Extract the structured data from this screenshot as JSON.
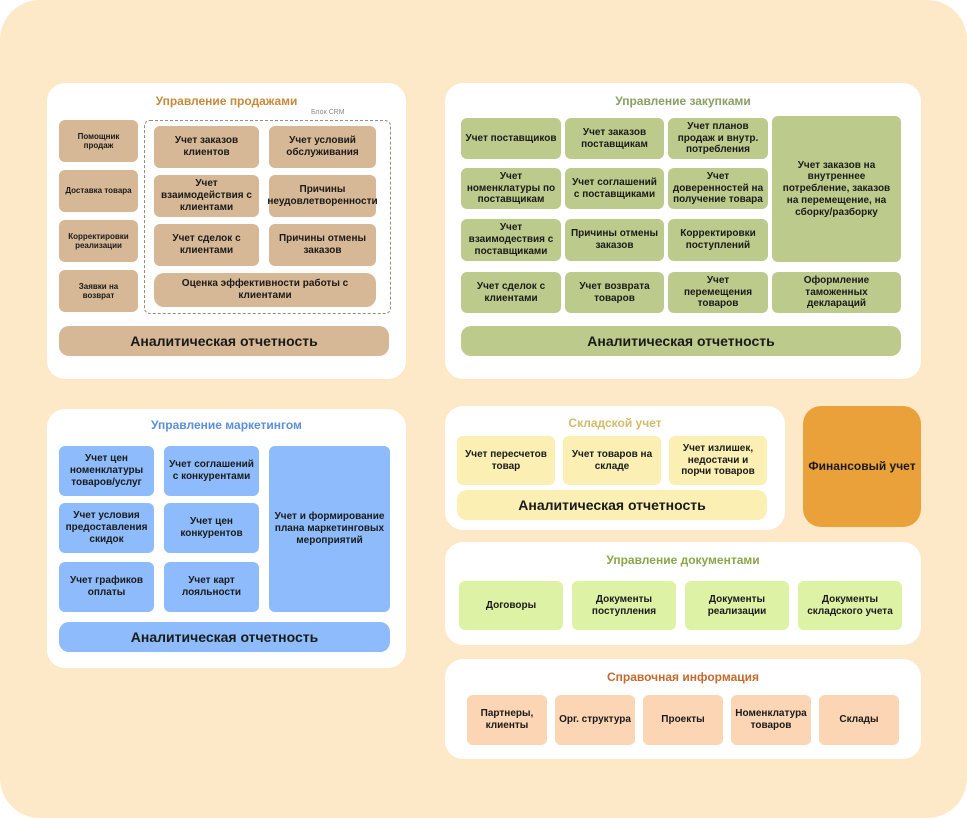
{
  "colors": {
    "background": "#fde8c7",
    "sales_title": "#c68a3a",
    "purchases_title": "#8aa064",
    "marketing_title": "#5b8fd6",
    "warehouse_title": "#d2bb6a",
    "documents_title": "#8aa64a",
    "reference_title": "#c46a2e",
    "finance_box": "#eba13a"
  },
  "sales": {
    "title": "Управление продажами",
    "crm_label": "Блок CRM",
    "left": [
      "Помощник продаж",
      "Доставка товара",
      "Корректировки реализации",
      "Заявки на возврат"
    ],
    "crm": [
      "Учет заказов клиентов",
      "Учет условий обслуживания",
      "Учет взаимодействия с клиентами",
      "Причины неудовлетворенности",
      "Учет сделок с клиентами",
      "Причины отмены заказов"
    ],
    "crm_wide": "Оценка эффективности работы с клиентами",
    "analytics": "Аналитическая отчетность"
  },
  "purchases": {
    "title": "Управление закупками",
    "items": [
      "Учет поставщиков",
      "Учет заказов поставщикам",
      "Учет планов продаж и внутр. потребления",
      "Учет номенклатуры по поставщикам",
      "Учет соглашений с поставщиками",
      "Учет доверенностей на получение товара",
      "Учет взаимодествия с поставщиками",
      "Причины отмены заказов",
      "Корректировки поступлений",
      "Учет сделок с клиентами",
      "Учет возврата товаров",
      "Учет перемещения товаров"
    ],
    "tall": "Учет заказов на внутреннее потребление, заказов на перемещение, на сборку/разборку",
    "customs": "Оформление таможенных деклараций",
    "analytics": "Аналитическая отчетность"
  },
  "marketing": {
    "title": "Управление маркетингом",
    "items": [
      "Учет цен номенклатуры товаров/услуг",
      "Учет соглашений с конкурентами",
      "Учет условия предоставления скидок",
      "Учет цен конкурентов",
      "Учет графиков оплаты",
      "Учет карт лояльности"
    ],
    "tall": "Учет и формирование плана маркетинговых мероприятий",
    "analytics": "Аналитическая отчетность"
  },
  "warehouse": {
    "title": "Складской учет",
    "items": [
      "Учет пересчетов товар",
      "Учет товаров на складе",
      "Учет излишек, недостачи и порчи товаров"
    ],
    "analytics": "Аналитическая отчетность"
  },
  "finance": {
    "label": "Финансовый учет"
  },
  "documents": {
    "title": "Управление документами",
    "items": [
      "Договоры",
      "Документы поступления",
      "Документы реализации",
      "Документы складского учета"
    ]
  },
  "reference": {
    "title": "Справочная информация",
    "items": [
      "Партнеры, клиенты",
      "Орг. структура",
      "Проекты",
      "Номенклатура товаров",
      "Склады"
    ]
  }
}
